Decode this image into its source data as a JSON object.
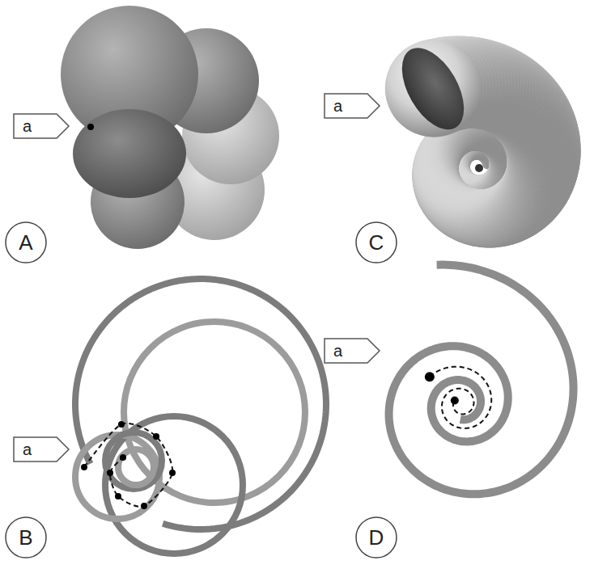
{
  "diagram": {
    "nodes": [
      {
        "text": [
          "a"
        ]
      },
      {
        "text": [
          "a"
        ]
      },
      {
        "text": [
          "A"
        ]
      },
      {
        "text": [
          "C"
        ]
      },
      {
        "text": [
          "a"
        ]
      },
      {
        "text": [
          "a"
        ]
      },
      {
        "text": [
          "B"
        ]
      },
      {
        "text": [
          "D"
        ]
      }
    ]
  }
}
